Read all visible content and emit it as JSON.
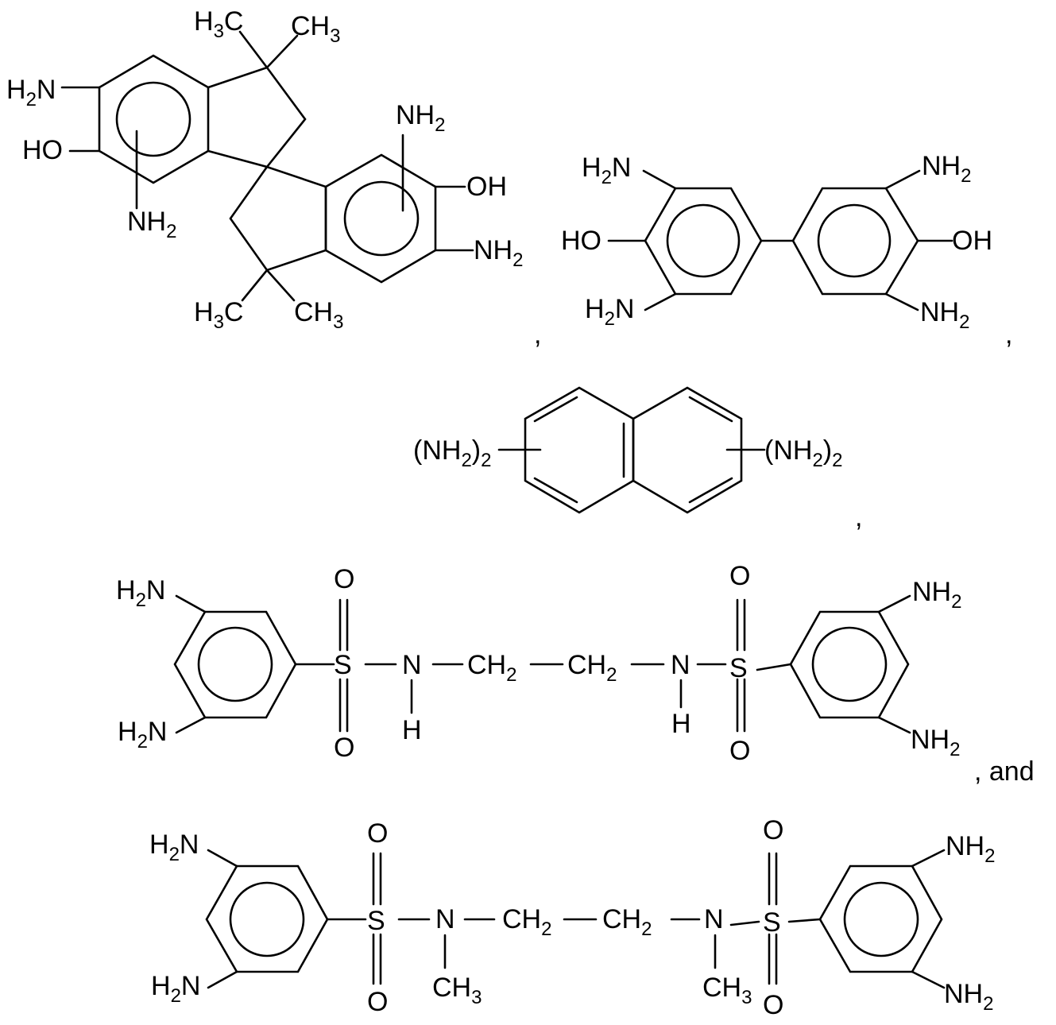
{
  "labels": {
    "amine": "NH",
    "amine_left": "H",
    "amine_left_n": "N",
    "sub2": "2",
    "sub3": "3",
    "hydroxy_right": "OH",
    "hydroxy_left": "HO",
    "methyl_left": "H",
    "methyl_left_c": "C",
    "methyl_right": "CH",
    "naph_sub_open": "(NH",
    "naph_sub_close": ")",
    "oxygen": "O",
    "sulfur": "S",
    "nitrogen": "N",
    "hydrogen": "H",
    "methylene": "CH",
    "comma": ",",
    "and_text": ", and"
  },
  "colors": {
    "ink": "#000000",
    "background": "#ffffff"
  }
}
